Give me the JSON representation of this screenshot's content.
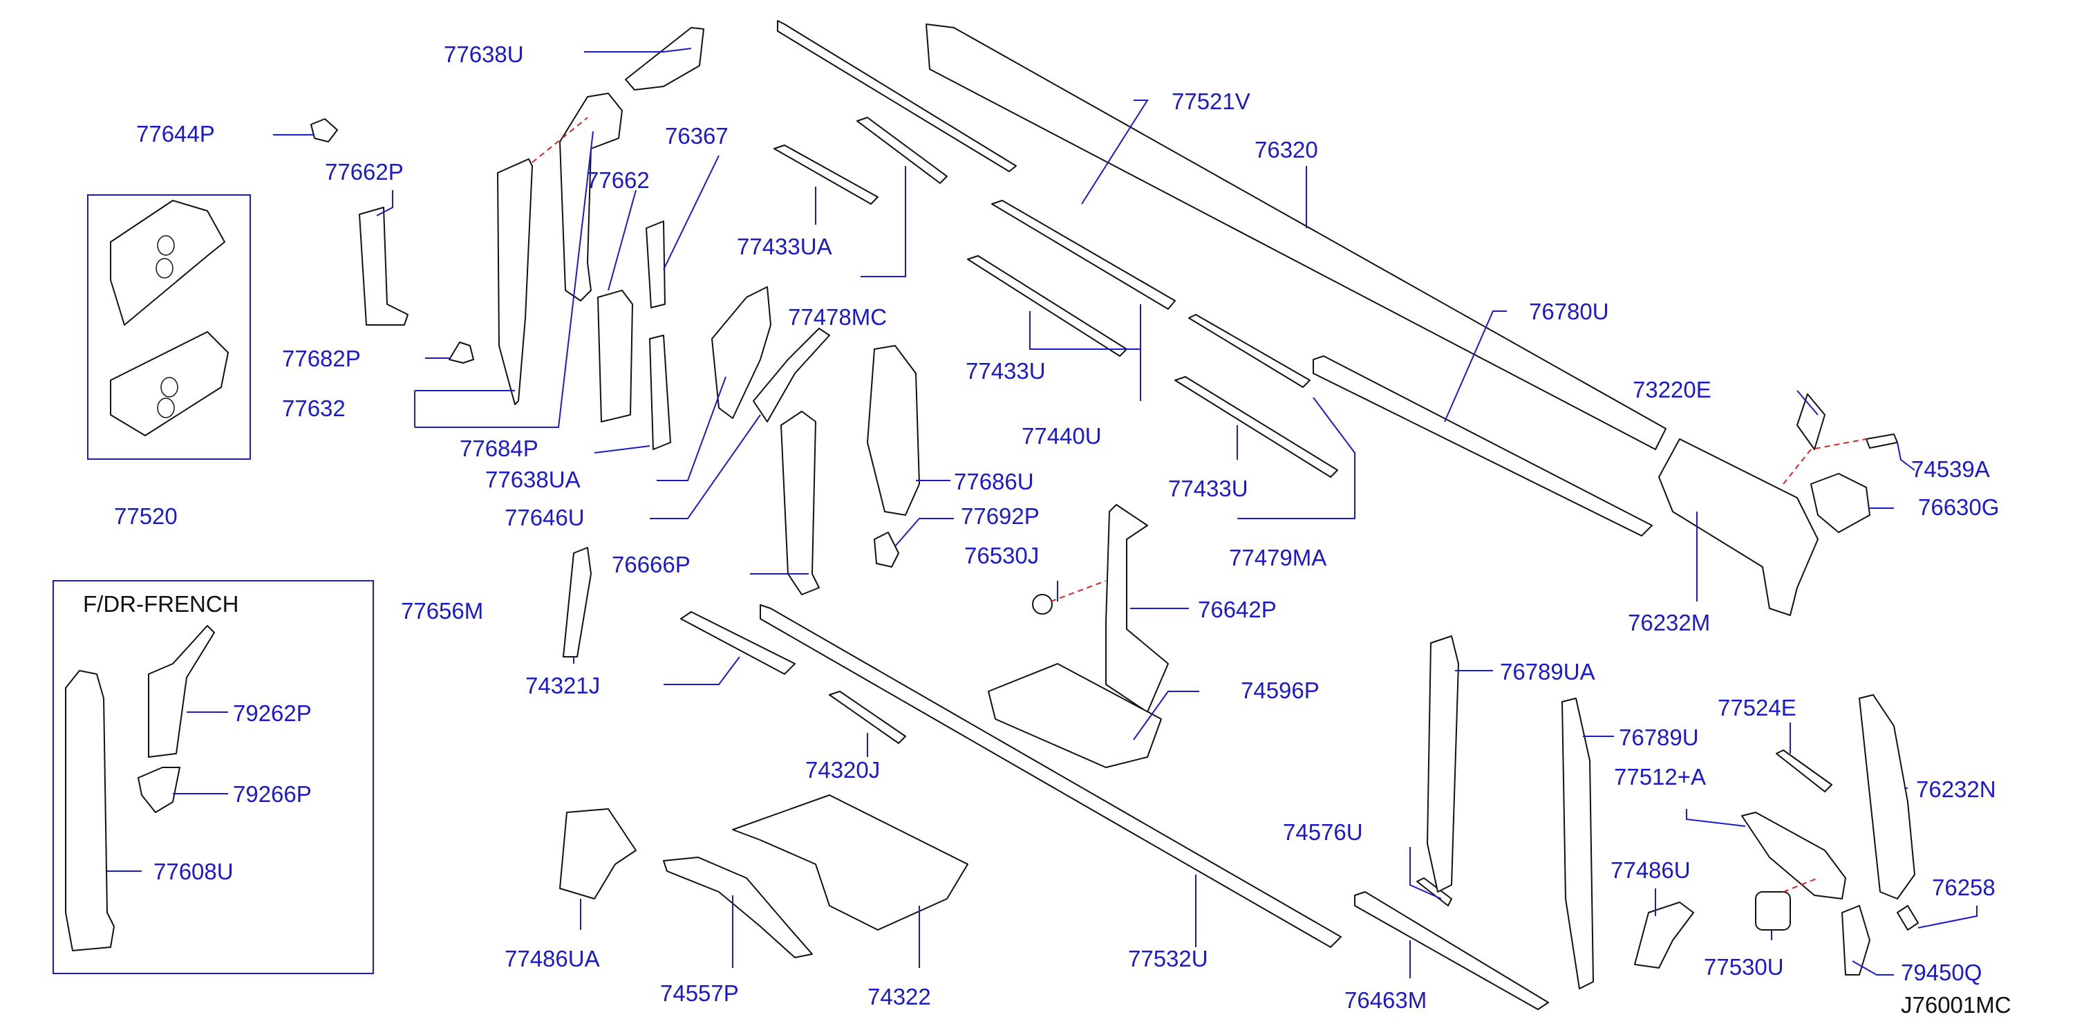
{
  "diagram_id": "J76001MC",
  "inset_title": "F/DR-FRENCH",
  "labels": {
    "p77638U": "77638U",
    "p77644P": "77644P",
    "p77662P": "77662P",
    "p77662": "77662",
    "p76367": "76367",
    "p77682P": "77682P",
    "p77632": "77632",
    "p77684P": "77684P",
    "p77638UA": "77638UA",
    "p77646U": "77646U",
    "p77520": "77520",
    "p77433UA_a": "77433UA",
    "p77478MC": "77478MC",
    "p77521V": "77521V",
    "p76320": "76320",
    "p77433U_a": "77433U",
    "p77440U": "77440U",
    "p77433U_b": "77433U",
    "p77479MA": "77479MA",
    "p76780U": "76780U",
    "p73220E": "73220E",
    "p74539A": "74539A",
    "p76630G": "76630G",
    "p76232M": "76232M",
    "p77686U": "77686U",
    "p77692P": "77692P",
    "p76530J": "76530J",
    "p76642P": "76642P",
    "p76666P": "76666P",
    "p77656M": "77656M",
    "p74321J": "74321J",
    "p74596P": "74596P",
    "p74320J": "74320J",
    "p79262P": "79262P",
    "p79266P": "79266P",
    "p77608U": "77608U",
    "p77486UA": "77486UA",
    "p74557P": "74557P",
    "p74322": "74322",
    "p77532U": "77532U",
    "p74576U": "74576U",
    "p76463M": "76463M",
    "p76789UA": "76789UA",
    "p76789U": "76789U",
    "p77524E": "77524E",
    "p77512A": "77512+A",
    "p76232N": "76232N",
    "p77486U": "77486U",
    "p76258": "76258",
    "p77530U": "77530U",
    "p79450Q": "79450Q"
  },
  "colors": {
    "label": "#1a1acc",
    "line_art": "#111111",
    "leader_dashed": "#e02020",
    "background": "#ffffff"
  }
}
